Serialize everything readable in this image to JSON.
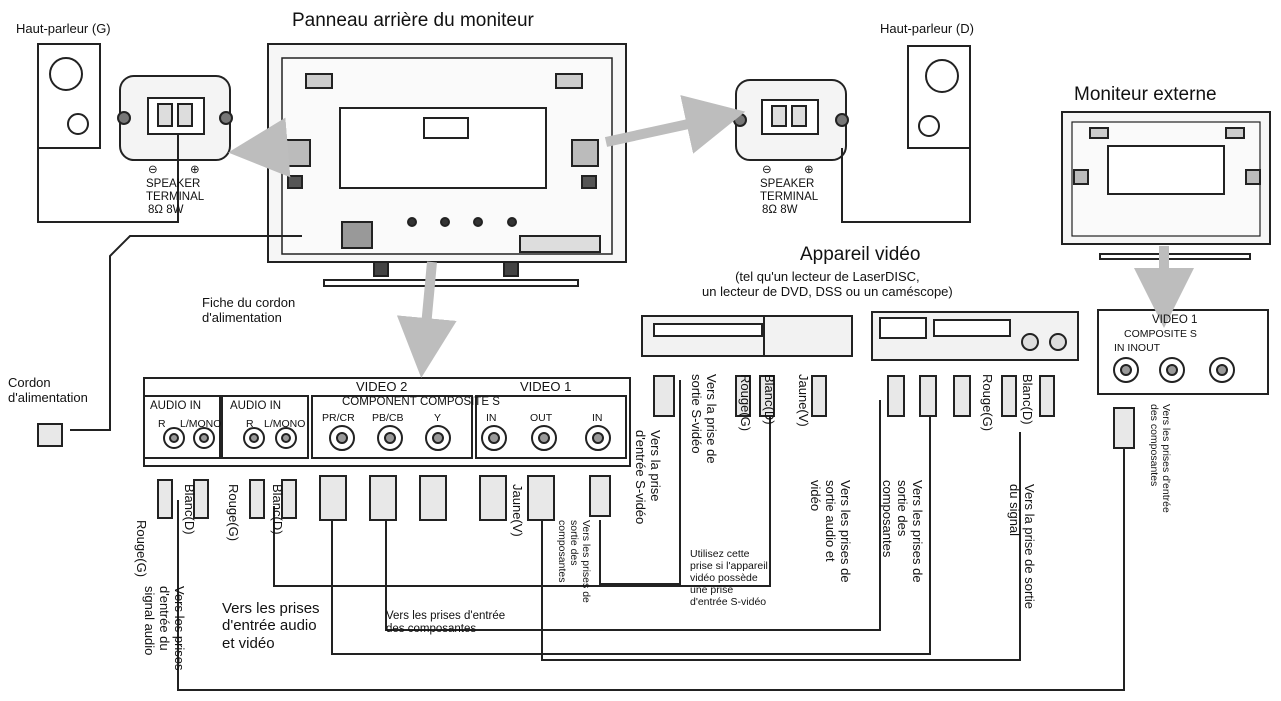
{
  "title": "Panneau arrière du moniteur",
  "speaker_left": {
    "label": "Haut-parleur (G)"
  },
  "speaker_right": {
    "label": "Haut-parleur (D)"
  },
  "external_monitor": {
    "label": "Moniteur externe"
  },
  "speaker_terminal": {
    "minus": "⊖",
    "plus": "⊕",
    "line1": "SPEAKER",
    "line2": "TERMINAL",
    "line3": "8Ω 8W"
  },
  "power_plug_label": "Fiche du cordon\nd'alimentation",
  "power_cord_label": "Cordon\nd'alimentation",
  "video_device": {
    "title": "Appareil vidéo",
    "subtitle": "(tel qu'un lecteur de LaserDISC,\nun lecteur de DVD, DSS ou un caméscope)"
  },
  "panel": {
    "audio_in_1": "AUDIO IN",
    "audio_in_2": "AUDIO IN",
    "r": "R",
    "lmono": "L/MONO",
    "video2": "VIDEO 2",
    "component": "COMPONENT",
    "composite_s": "COMPOSITE S",
    "pr": "PR/CR",
    "pb": "PB/CB",
    "y": "Y",
    "video1": "VIDEO 1",
    "in": "IN",
    "out": "OUT",
    "s_in": "IN"
  },
  "ext_panel": {
    "title": "VIDEO 1",
    "composite": "COMPOSITE S",
    "inout": "IN INOUT"
  },
  "cable_labels": {
    "rouge_g": "Rouge(G)",
    "blanc_d": "Blanc(D)",
    "jaune_v": "Jaune(V)",
    "vers_audio_signal": "Vers les prises\nd'entrée du\nsignal audio",
    "vers_audio_video": "Vers les prises\nd'entrée audio\net vidéo",
    "vers_comp_entree": "Vers les prises d'entrée\ndes composantes",
    "vers_sortie_comp": "Vers les prises de\nsortie des\ncomposantes",
    "vers_svideo_entree": "Vers la prise\nd'entrée S-vidéo",
    "vers_svideo_sortie": "Vers la prise de\nsortie S-vidéo",
    "vers_audio_video_sortie": "Vers les prises de\nsortie audio et\nvidéo",
    "vers_sortie_comp2": "Vers les prises de\nsortie des\ncomposantes",
    "vers_sortie_signal": "Vers la prise de sortie\ndu signal",
    "vers_entree_comp_ext": "Vers les prises d'entrée\ndes composantes",
    "utilisez_note": "Utilisez cette\nprise si l'appareil\nvidéo possède\nune prise\nd'entrée S-vidéo"
  },
  "colors": {
    "line": "#222222",
    "arrow": "#bdbdbd",
    "device": "#f2f2f2"
  }
}
